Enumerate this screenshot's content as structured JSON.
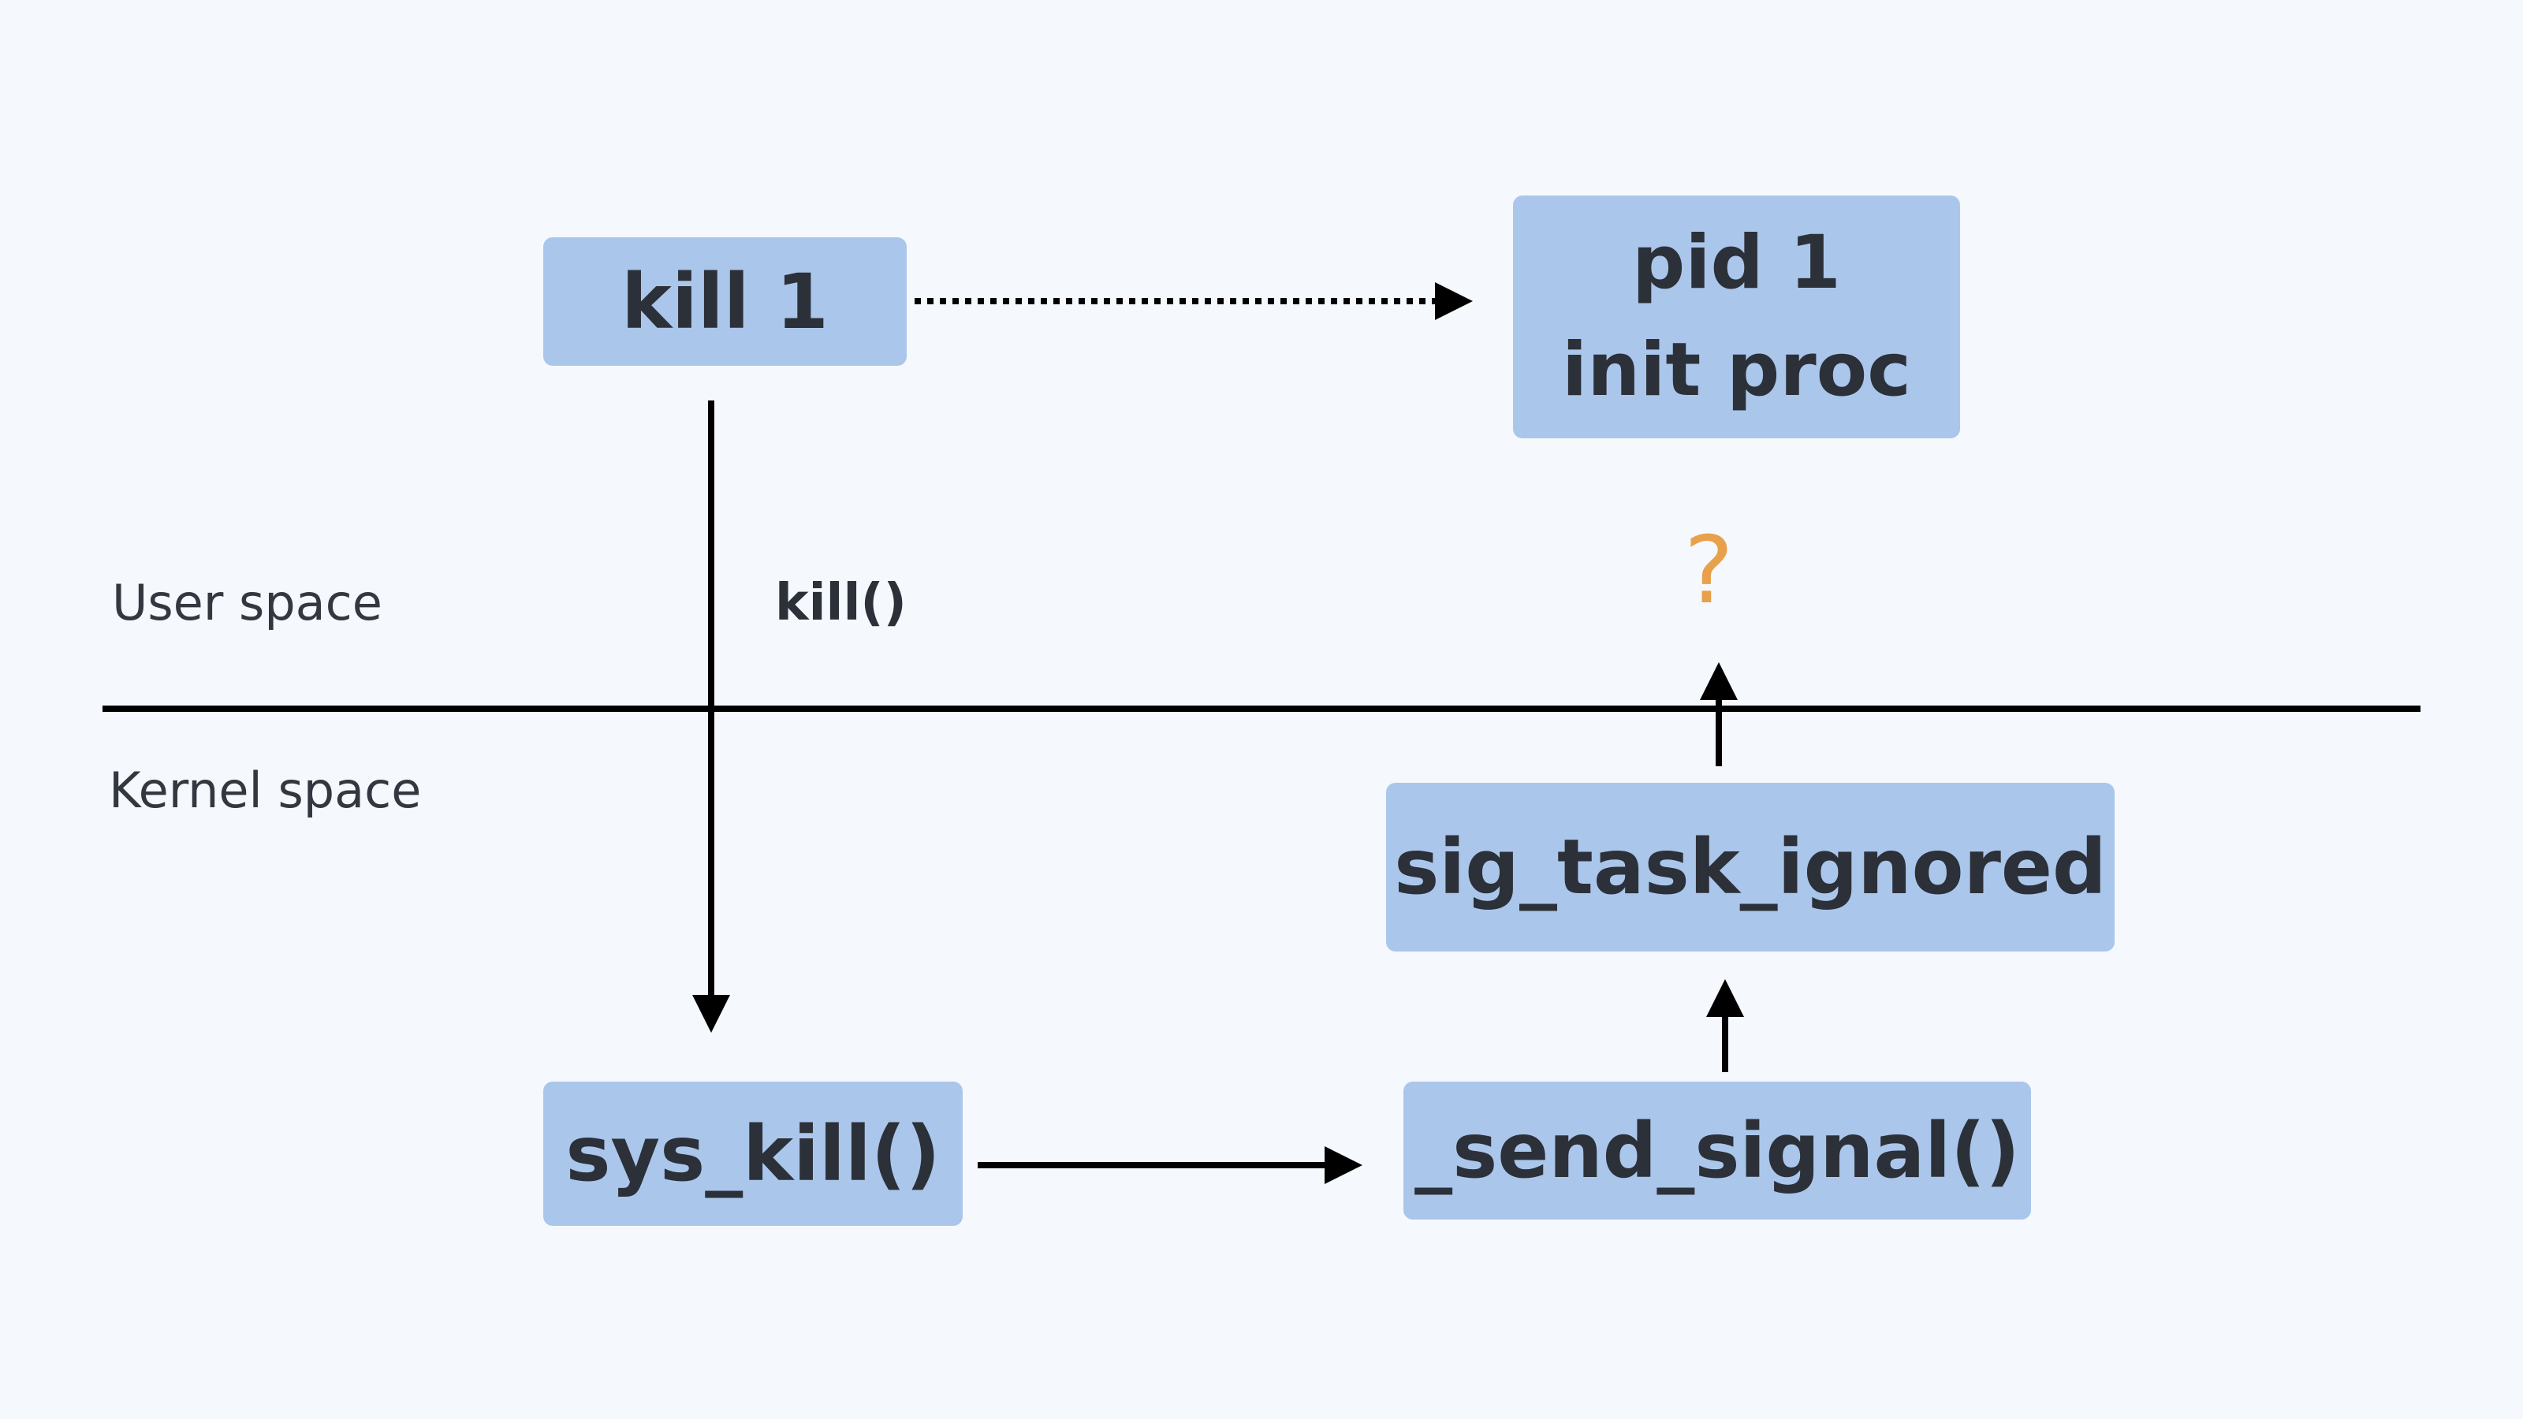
{
  "regions": {
    "user": "User space",
    "kernel": "Kernel space"
  },
  "nodes": {
    "kill_cmd": "kill 1",
    "pid1_line1": "pid 1",
    "pid1_line2": "init proc",
    "sys_kill": "sys_kill()",
    "send_signal": "_send_signal()",
    "sig_task_ignored": "sig_task_ignored"
  },
  "edges": {
    "syscall_label": "kill()",
    "unknown_mark": "?"
  },
  "colors": {
    "node_fill": "#abc6eb",
    "text": "#2c3038",
    "line": "#000000",
    "question": "#e8a04a",
    "background": "#f5f8fd"
  }
}
